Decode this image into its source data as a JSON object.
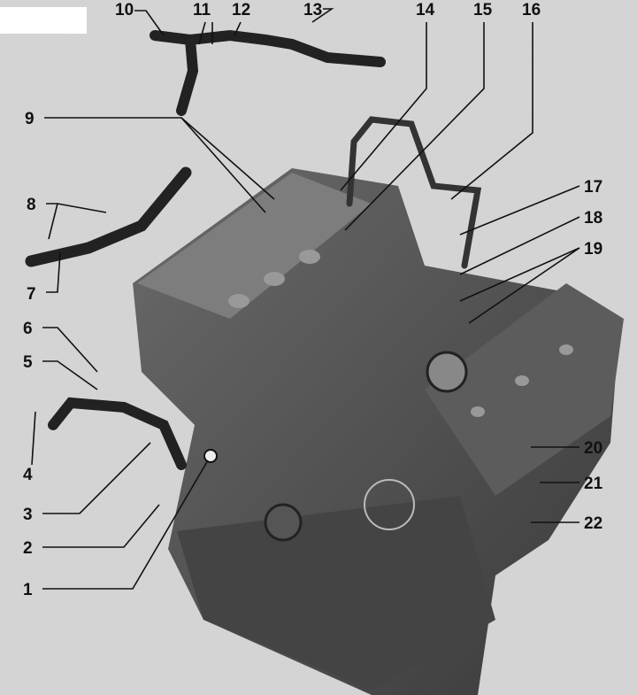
{
  "figure": {
    "type": "exploded engine diagram",
    "callouts": [
      "1",
      "2",
      "3",
      "4",
      "5",
      "6",
      "7",
      "8",
      "9",
      "10",
      "11",
      "12",
      "13",
      "14",
      "15",
      "16",
      "17",
      "18",
      "19",
      "20",
      "21",
      "22"
    ]
  }
}
